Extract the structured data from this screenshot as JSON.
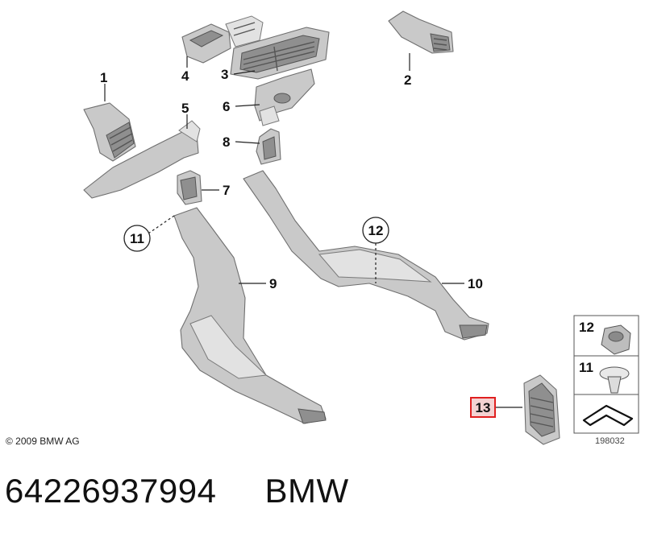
{
  "diagram": {
    "callouts": [
      "1",
      "2",
      "3",
      "4",
      "5",
      "6",
      "7",
      "8",
      "9",
      "10",
      "11",
      "12",
      "13"
    ],
    "legend": [
      "12",
      "11"
    ],
    "copyright": "© 2009 BMW AG",
    "image_id": "198032"
  },
  "caption": {
    "part_number": "64226937994",
    "brand": "BMW"
  },
  "colors": {
    "highlight": "#e02020",
    "highlight_fill": "#f4d2d2",
    "part_fill": "#c9c9c9"
  }
}
